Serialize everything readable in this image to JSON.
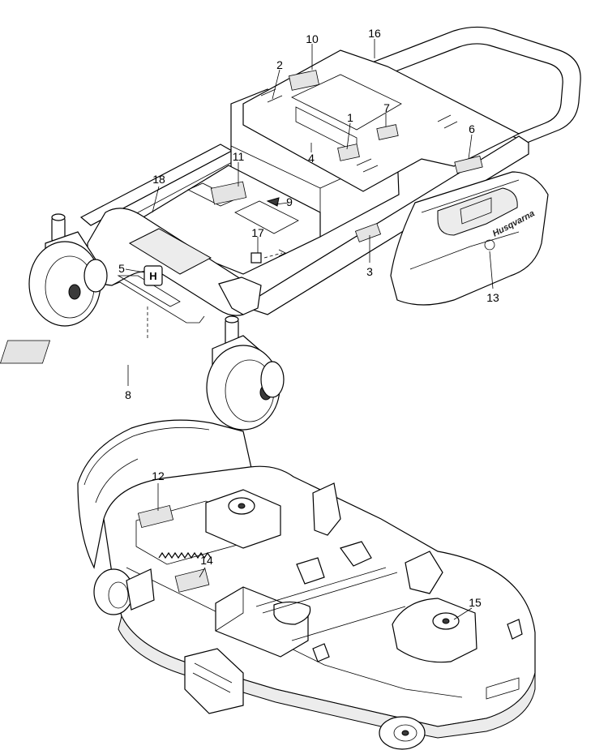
{
  "brand": {
    "logo_text": "Husqvarna",
    "logo_icon": "husqvarna-crown-h-icon"
  },
  "callouts": [
    "1",
    "2",
    "3",
    "4",
    "5",
    "6",
    "7",
    "8",
    "9",
    "10",
    "11",
    "12",
    "13",
    "14",
    "15",
    "16",
    "17",
    "18"
  ]
}
